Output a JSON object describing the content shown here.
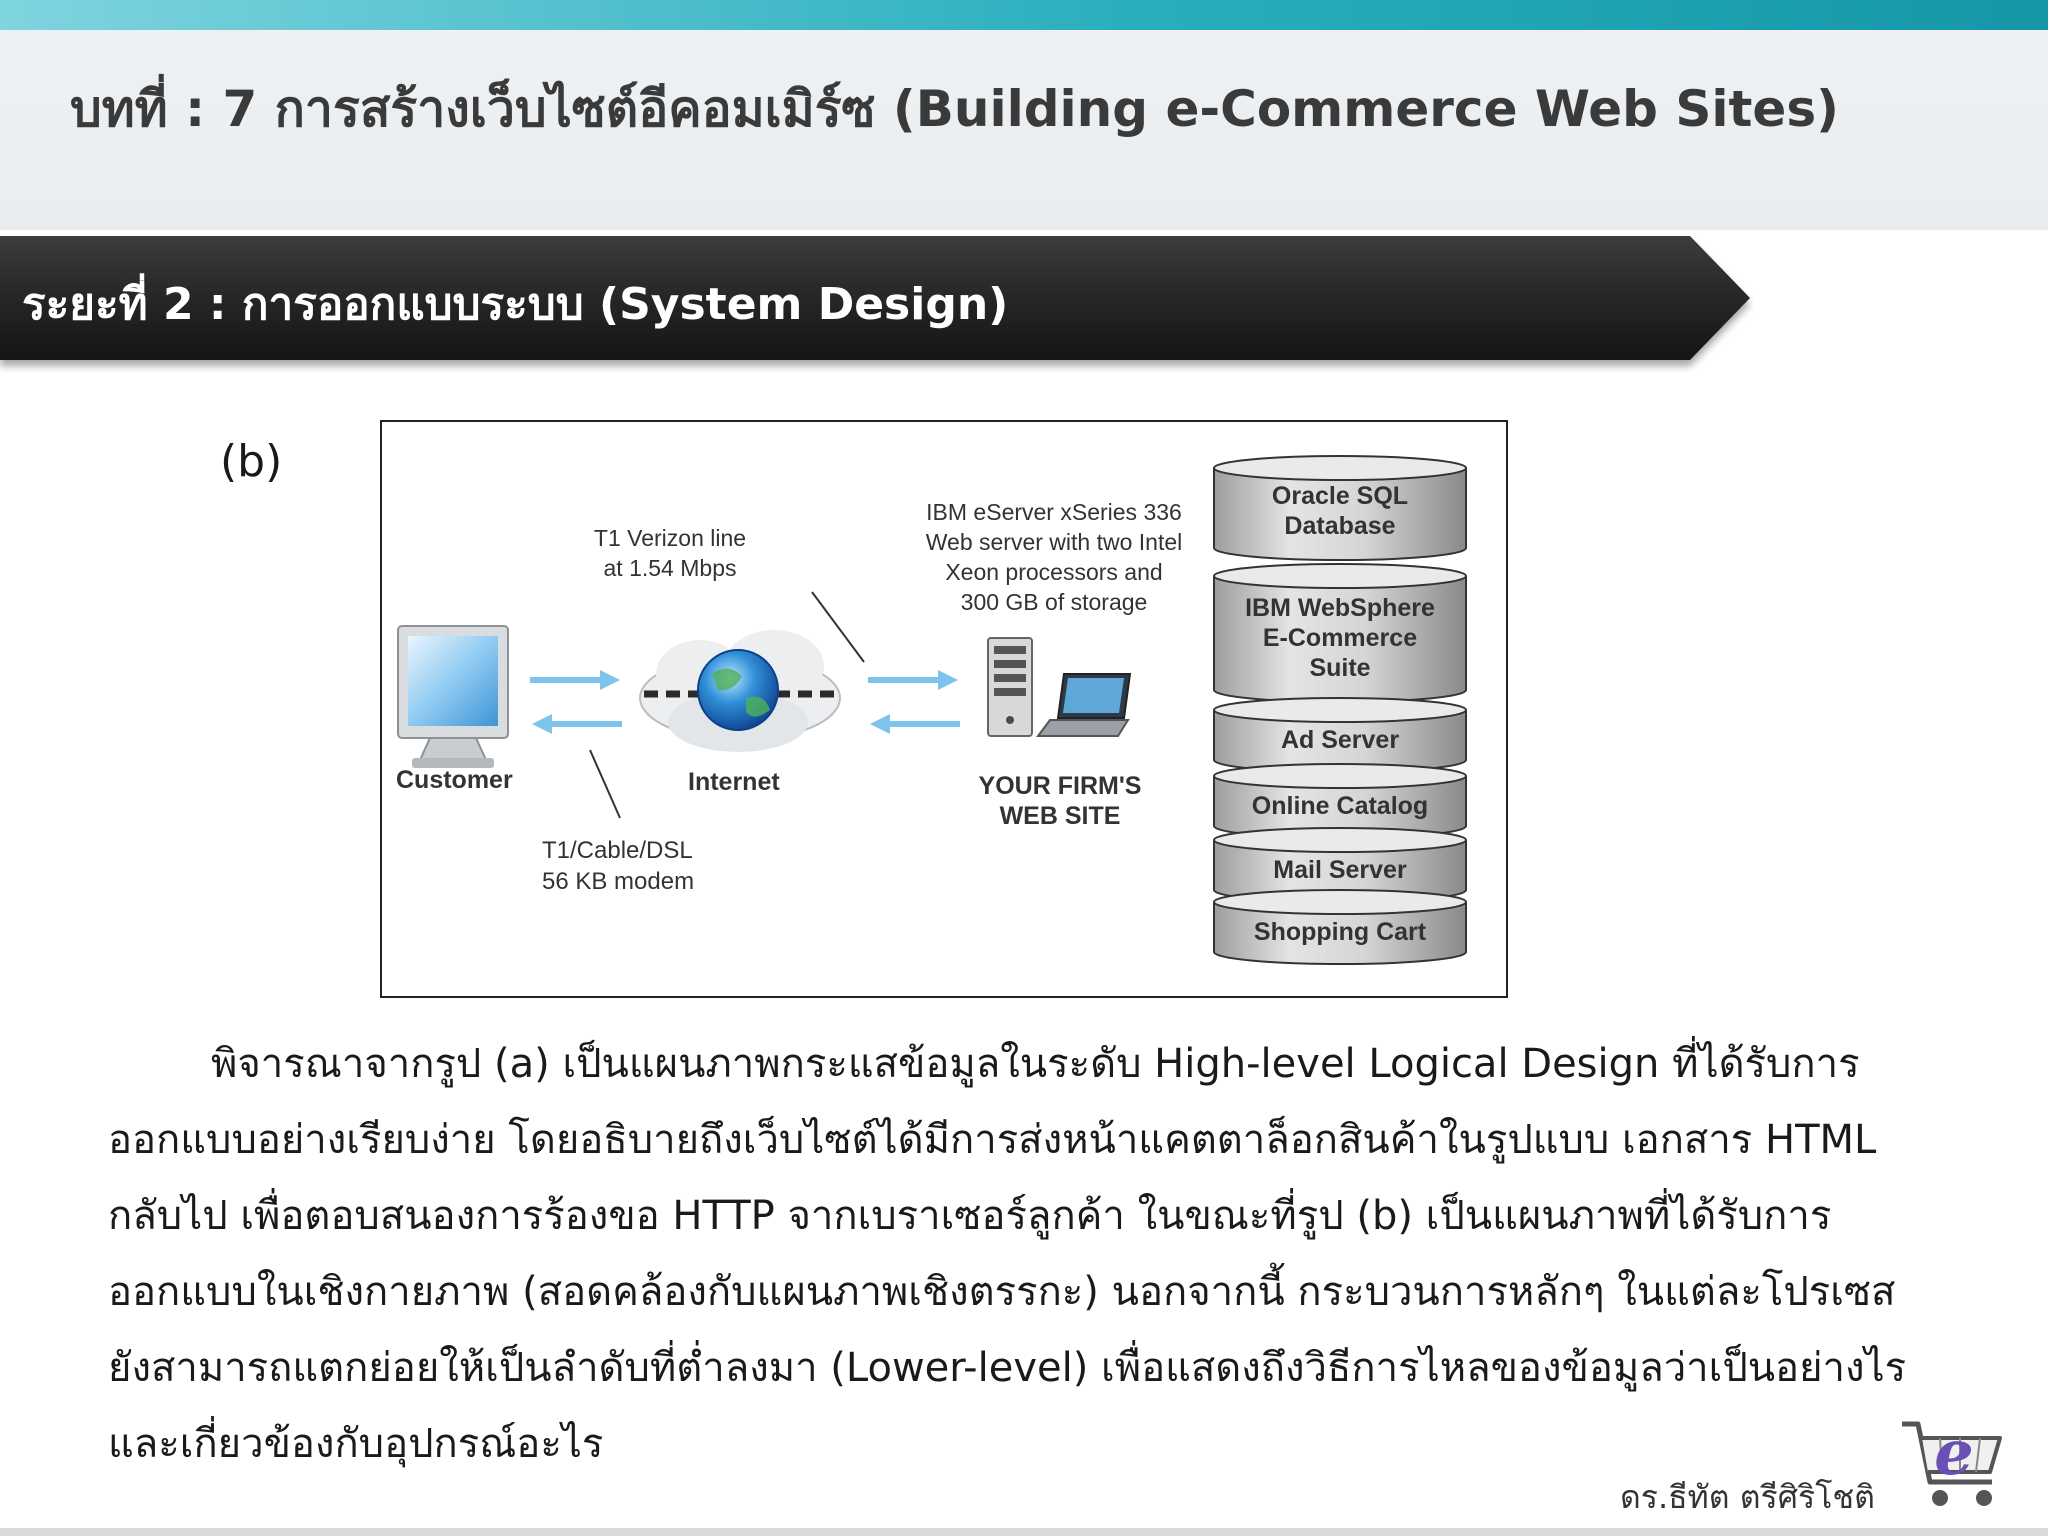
{
  "header": {
    "title": "บทที่ : 7 การสร้างเว็บไซต์อีคอมเมิร์ซ (Building e-Commerce Web Sites)"
  },
  "section": {
    "label": "ระยะที่ 2 : การออกแบบระบบ (System Design)"
  },
  "figure": {
    "label": "(b)",
    "customer": "Customer",
    "internet": "Internet",
    "client_link": [
      "T1/Cable/DSL",
      "56 KB modem"
    ],
    "server_link": [
      "T1 Verizon line",
      "at 1.54 Mbps"
    ],
    "server_spec": [
      "IBM eServer xSeries 336",
      "Web server with two Intel",
      "Xeon processors and",
      "300 GB of storage"
    ],
    "firm_site": [
      "YOUR FIRM'S",
      "WEB SITE"
    ],
    "stack": [
      [
        "Oracle SQL",
        "Database"
      ],
      [
        "IBM WebSphere",
        "E-Commerce",
        "Suite"
      ],
      [
        "Ad Server"
      ],
      [
        "Online Catalog"
      ],
      [
        "Mail Server"
      ],
      [
        "Shopping Cart"
      ]
    ]
  },
  "paragraph": {
    "lines": [
      "พิจารณาจากรูป (a) เป็นแผนภาพกระแสข้อมูลในระดับ High-level Logical Design ที่ได้รับการ",
      "ออกแบบอย่างเรียบง่าย โดยอธิบายถึงเว็บไซต์ได้มีการส่งหน้าแคตตาล็อกสินค้าในรูปแบบ เอกสาร HTML",
      "กลับไป เพื่อตอบสนองการร้องขอ HTTP จากเบราเซอร์ลูกค้า ในขณะที่รูป (b) เป็นแผนภาพที่ได้รับการ",
      "ออกแบบในเชิงกายภาพ (สอดคล้องกับแผนภาพเชิงตรรกะ) นอกจากนี้ กระบวนการหลักๆ ในแต่ละโปรเซส",
      "ยังสามารถแตกย่อยให้เป็นลำดับที่ต่ำลงมา (Lower-level) เพื่อแสดงถึงวิธีการไหลของข้อมูลว่าเป็นอย่างไร",
      "และเกี่ยวข้องกับอุปกรณ์อะไร"
    ]
  },
  "footer": {
    "author": "ดร.ธีทัต ตรีศิริโชติ",
    "logo_letter": "e"
  },
  "colors": {
    "accent_teal": "#2aaebd",
    "banner_dark": "#262626",
    "arrow_blue": "#7ec3ec",
    "logo_purple": "#6a4fb5"
  }
}
